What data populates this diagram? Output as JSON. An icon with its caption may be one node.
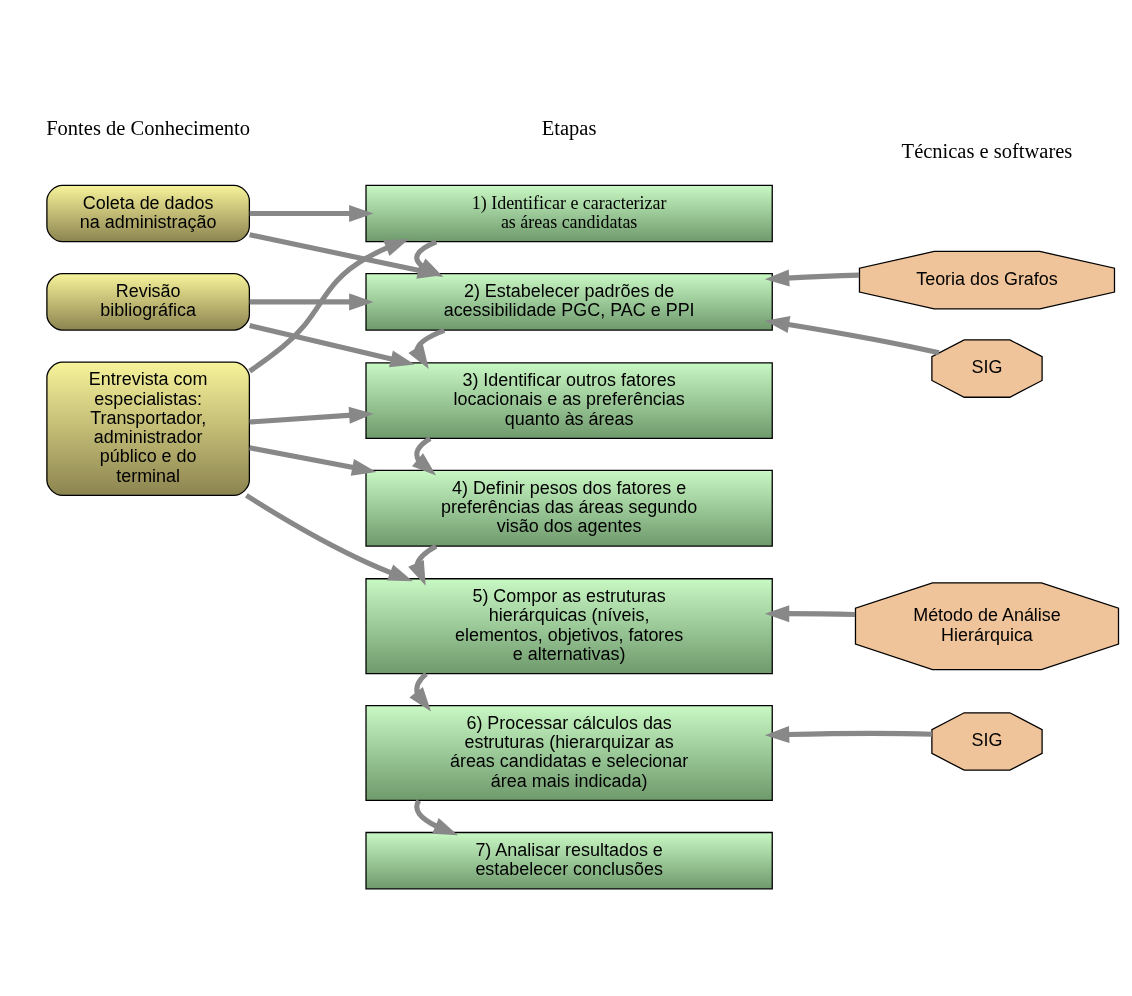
{
  "diagram": {
    "nodes": [
      {
        "text": [
          "Coleta de dados na administração"
        ]
      },
      {
        "text": [
          "Revisão bibliográfica"
        ]
      },
      {
        "text": [
          "Entrevista com especialistas: Transportador, administrador público e do terminal"
        ]
      },
      {
        "text": [
          "1) Identificar e caracterizar as áreas candidatas"
        ]
      },
      {
        "text": [
          "2) Estabelecer padrões de acessibilidade PGC, PAC e PPI"
        ]
      },
      {
        "text": [
          "3) Identificar outros fatores locacionais e as preferências quanto às áreas"
        ]
      },
      {
        "text": [
          "4) Definir pesos dos fatores e preferências das áreas segundo visão dos agentes"
        ]
      },
      {
        "text": [
          "5) Compor as estruturas hierárquicas (níveis, elementos, objetivos, fatores e alternativas)"
        ]
      },
      {
        "text": [
          "6) Processar cálculos das estruturas (hierarquizar as áreas candidatas e selecionar área mais indicada)"
        ]
      },
      {
        "text": [
          "7) Analisar resultados e estabelecer conclusões"
        ]
      },
      {
        "text": [
          "Teoria dos Grafos"
        ]
      },
      {
        "text": [
          "SIG"
        ]
      },
      {
        "text": [
          "Método de Análise Hierárquica"
        ]
      },
      {
        "text": [
          "SIG"
        ]
      }
    ],
    "edges": [
      {
        "from": 0,
        "to": 3,
        "arrow": "to"
      },
      {
        "from": 0,
        "to": 4,
        "arrow": "to"
      },
      {
        "from": 1,
        "to": 4,
        "arrow": "to"
      },
      {
        "from": 1,
        "to": 5,
        "arrow": "to"
      },
      {
        "from": 2,
        "to": 3,
        "arrow": "to"
      },
      {
        "from": 2,
        "to": 5,
        "arrow": "to"
      },
      {
        "from": 2,
        "to": 6,
        "arrow": "to"
      },
      {
        "from": 2,
        "to": 7,
        "arrow": "to"
      },
      {
        "from": 3,
        "to": 4,
        "arrow": "to"
      },
      {
        "from": 4,
        "to": 5,
        "arrow": "to"
      },
      {
        "from": 5,
        "to": 6,
        "arrow": "to"
      },
      {
        "from": 6,
        "to": 7,
        "arrow": "to"
      },
      {
        "from": 7,
        "to": 8,
        "arrow": "to"
      },
      {
        "from": 8,
        "to": 9,
        "arrow": "to"
      },
      {
        "from": 10,
        "to": 4,
        "arrow": "to"
      },
      {
        "from": 11,
        "to": 4,
        "arrow": "to"
      },
      {
        "from": 12,
        "to": 7,
        "arrow": "to"
      },
      {
        "from": 13,
        "to": 8,
        "arrow": "to"
      }
    ],
    "labels": [
      "Fontes de Conhecimento",
      "Etapas",
      "Técnicas e softwares"
    ]
  }
}
